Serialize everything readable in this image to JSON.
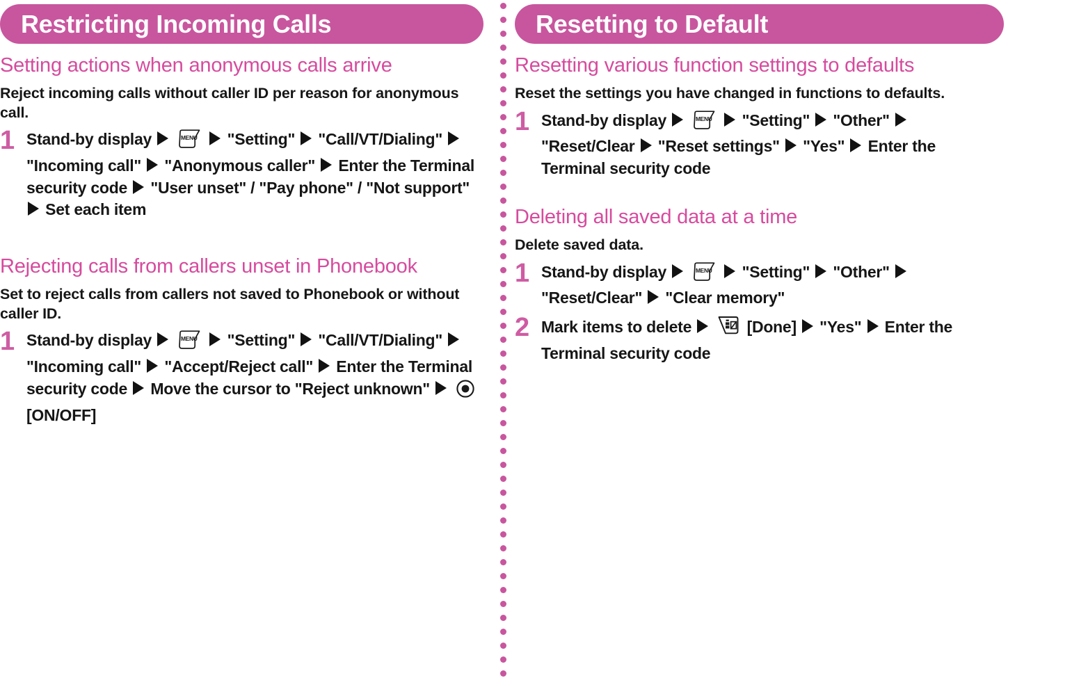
{
  "theme": {
    "banner_bg": "#C8569E",
    "banner_text": "#FFFFFF",
    "heading_pink": "#D64B9E",
    "step_number_pink": "#CE5CA3",
    "body_black": "#161616",
    "divider_dot": "#C8569E"
  },
  "left_column": {
    "banner_title": "Restricting Incoming Calls",
    "sections": [
      {
        "heading": "Setting actions when anonymous calls arrive",
        "lead": "Reject incoming calls without caller ID per reason for anonymous call.",
        "steps": [
          {
            "number": "1",
            "parts": [
              {
                "type": "text",
                "value": "Stand-by display "
              },
              {
                "type": "triangle",
                "value": "▶"
              },
              {
                "type": "icon",
                "value": "menu-key-icon",
                "label": "MENU"
              },
              {
                "type": "triangle",
                "value": "▶"
              },
              {
                "type": "text",
                "value": " \"Setting\" "
              },
              {
                "type": "triangle",
                "value": "▶"
              },
              {
                "type": "text",
                "value": " \"Call/VT/Dialing\" "
              },
              {
                "type": "triangle",
                "value": "▶"
              },
              {
                "type": "text",
                "value": " \"Incoming call\" "
              },
              {
                "type": "triangle",
                "value": "▶"
              },
              {
                "type": "text",
                "value": " \"Anonymous caller\" "
              },
              {
                "type": "triangle",
                "value": "▶"
              },
              {
                "type": "text",
                "value": " Enter the Terminal security code "
              },
              {
                "type": "triangle",
                "value": "▶"
              },
              {
                "type": "text",
                "value": " \"User unset\" / \"Pay phone\" / \"Not support\" "
              },
              {
                "type": "triangle",
                "value": "▶"
              },
              {
                "type": "text",
                "value": " Set each item"
              }
            ],
            "plain": "Stand-by display ▶ [MENU] ▶ \"Setting\" ▶ \"Call/VT/Dialing\" ▶ \"Incoming call\" ▶ \"Anonymous caller\" ▶ Enter the Terminal security code ▶ \"User unset\" / \"Pay phone\" / \"Not support\" ▶ Set each item"
          }
        ]
      },
      {
        "heading": "Rejecting calls from callers unset in Phonebook",
        "lead": "Set to reject calls from callers not saved to Phonebook or without caller ID.",
        "steps": [
          {
            "number": "1",
            "plain": "Stand-by display ▶ [MENU] ▶ \"Setting\" ▶ \"Call/VT/Dialing\" ▶ \"Incoming call\" ▶ \"Accept/Reject call\" ▶ Enter the Terminal security code ▶ Move the cursor to \"Reject unknown\" ▶ (●) [ON/OFF]"
          }
        ]
      }
    ]
  },
  "right_column": {
    "banner_title": "Resetting to Default",
    "sections": [
      {
        "heading": "Resetting various function settings to defaults",
        "lead": "Reset the settings you have changed in functions to defaults.",
        "steps": [
          {
            "number": "1",
            "plain": "Stand-by display ▶ [MENU] ▶ \"Setting\" ▶ \"Other\" ▶ \"Reset/Clear ▶ \"Reset settings\" ▶ \"Yes\" ▶ Enter the Terminal security code"
          }
        ]
      },
      {
        "heading": "Deleting all saved data at a time",
        "lead": "Delete saved data.",
        "steps": [
          {
            "number": "1",
            "plain": "Stand-by display ▶ [MENU] ▶ \"Setting\" ▶ \"Other\" ▶ \"Reset/Clear\" ▶ \"Clear memory\""
          },
          {
            "number": "2",
            "plain": "Mark items to delete ▶ [i-alpha] [Done] ▶ \"Yes\" ▶ Enter the Terminal security code"
          }
        ]
      }
    ]
  },
  "text_fragments": {
    "standby_display": "Stand-by display",
    "setting": "\"Setting\"",
    "call_vt_dialing": "\"Call/VT/Dialing\"",
    "incoming_call": "\"Incoming call\"",
    "anonymous_caller": "\"Anonymous caller\"",
    "enter_terminal_security_code": "Enter the Terminal security code",
    "user_unset_pay_phone_not_support": "\"User unset\" / \"Pay phone\" / \"Not support\"",
    "set_each_item": "Set each item",
    "accept_reject_call": "\"Accept/Reject call\"",
    "move_cursor_to": "Move the cursor to",
    "reject_unknown": "\"Reject unknown\"",
    "on_off": "[ON/OFF]",
    "other": "\"Other\"",
    "reset_clear_open": "\"Reset/Clear",
    "reset_clear": "\"Reset/Clear\"",
    "reset_settings": "\"Reset settings\"",
    "yes": "\"Yes\"",
    "clear_memory": "\"Clear memory\"",
    "mark_items_to_delete": "Mark items to delete",
    "done": "[Done]"
  },
  "icons": {
    "menu_key_label": "MENU",
    "menu_key_name": "menu-key-icon",
    "center_key_name": "center-select-key-icon",
    "imode_key_name": "imode-alpha-key-icon"
  }
}
